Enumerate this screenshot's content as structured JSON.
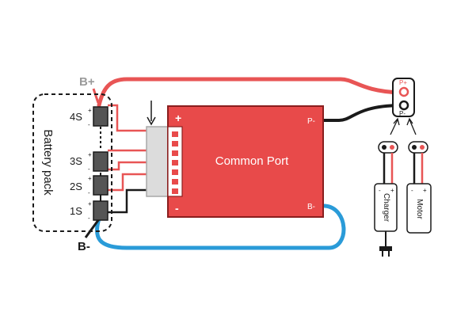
{
  "battery": {
    "label": "Battery pack",
    "b_plus": "B+",
    "b_minus": "B-",
    "cells": [
      {
        "label": "4S",
        "plus": "+",
        "minus": "-"
      },
      {
        "label": "3S",
        "plus": "+",
        "minus": "-"
      },
      {
        "label": "2S",
        "plus": "+",
        "minus": "-"
      },
      {
        "label": "1S",
        "plus": "+",
        "minus": "-"
      }
    ]
  },
  "board": {
    "title": "Common Port",
    "plus": "+",
    "minus": "-",
    "p_minus": "P-",
    "b_minus": "B-",
    "color": "#e84a4a"
  },
  "port": {
    "p_plus": "P+",
    "p_minus": "P-"
  },
  "charger": {
    "label": "Charger",
    "plus": "+",
    "minus": "-"
  },
  "motor": {
    "label": "Motor",
    "plus": "+",
    "minus": "-"
  },
  "colors": {
    "red_wire": "#e85555",
    "black_wire": "#1a1a1a",
    "blue_wire": "#2a9bd8",
    "gray_label": "#9a9a9a"
  }
}
